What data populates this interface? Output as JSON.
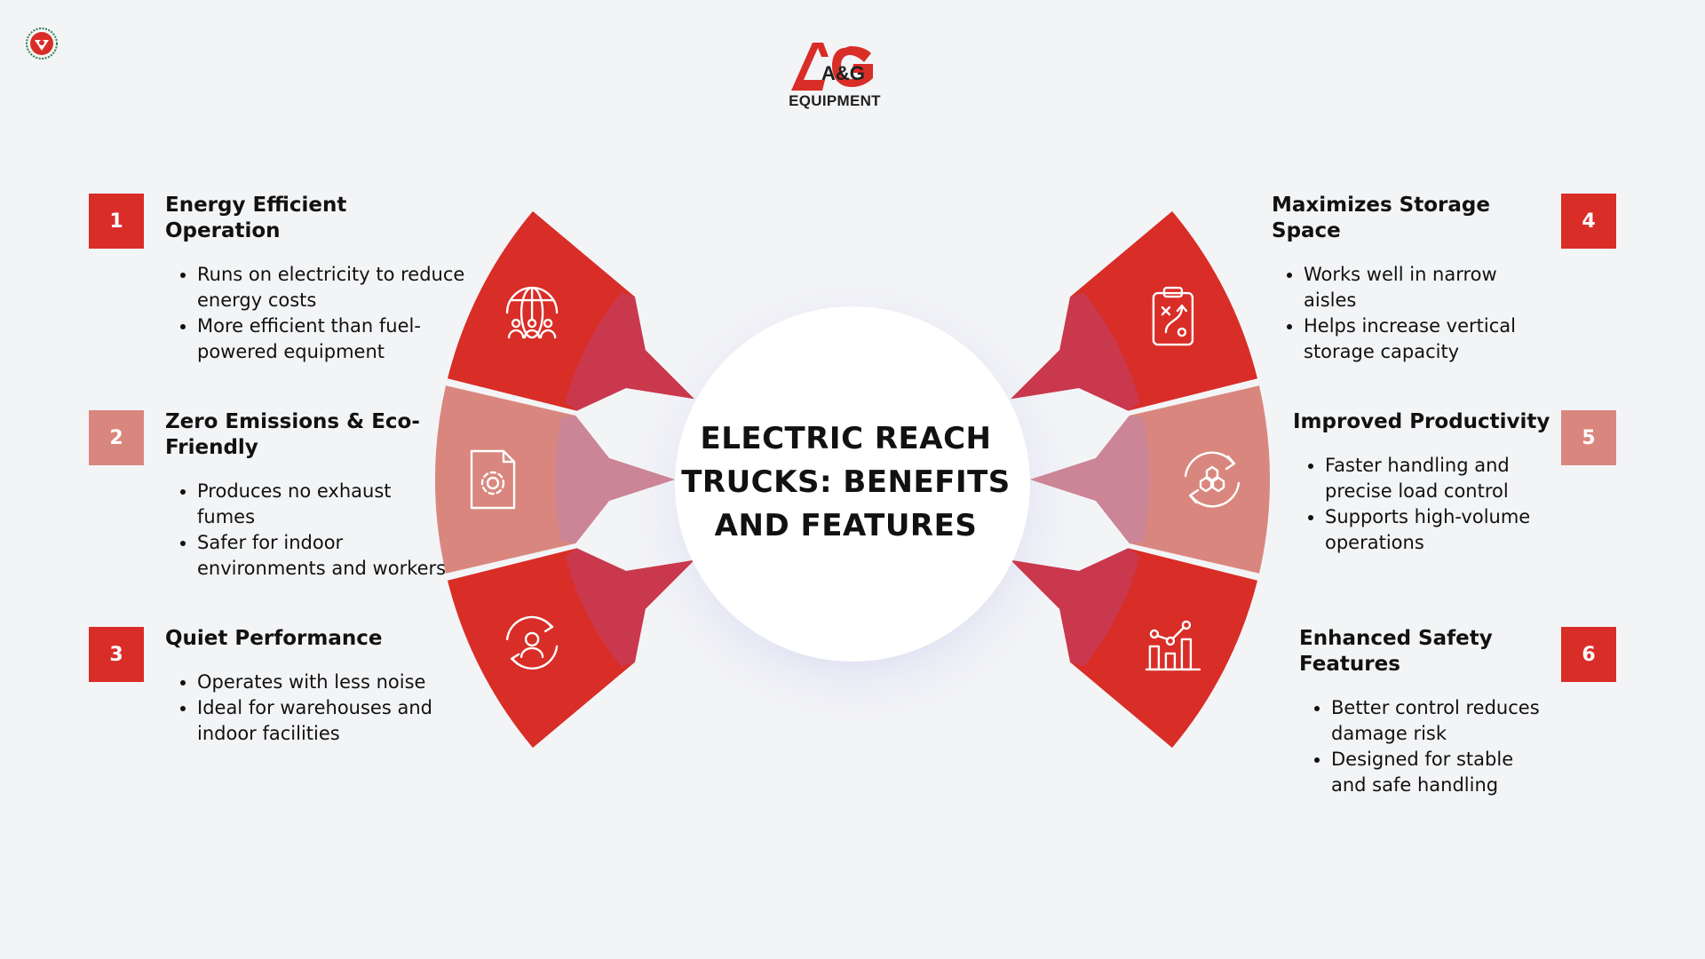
{
  "brand": {
    "letters": "A&G",
    "name": "EQUIPMENT",
    "color_red": "#d92d27"
  },
  "center": {
    "title": "ELECTRIC REACH TRUCKS: BENEFITS AND FEATURES"
  },
  "colors": {
    "dark_red": "#d92d27",
    "light_red": "#d9877e",
    "inner_dark": "#c83a52",
    "inner_light": "#c9859a",
    "background": "#f3f4f6"
  },
  "items": [
    {
      "number": "1",
      "title": "Energy Efficient Operation",
      "bullets": [
        "Runs on electricity to reduce energy costs",
        "More efficient than fuel-powered equipment"
      ],
      "icon": "globe-people-icon",
      "shade": "dark"
    },
    {
      "number": "2",
      "title": "Zero Emissions & Eco-Friendly",
      "bullets": [
        "Produces no exhaust fumes",
        "Safer for indoor environments and workers"
      ],
      "icon": "document-gear-icon",
      "shade": "light"
    },
    {
      "number": "3",
      "title": "Quiet Performance",
      "bullets": [
        "Operates with less noise",
        "Ideal for warehouses and indoor facilities"
      ],
      "icon": "user-cycle-icon",
      "shade": "dark"
    },
    {
      "number": "4",
      "title": "Maximizes Storage Space",
      "bullets": [
        "Works well in narrow aisles",
        "Helps increase vertical storage capacity"
      ],
      "icon": "clipboard-strategy-icon",
      "shade": "dark"
    },
    {
      "number": "5",
      "title": "Improved Productivity",
      "bullets": [
        "Faster handling and precise load control",
        "Supports high-volume operations"
      ],
      "icon": "hexagon-cycle-icon",
      "shade": "light"
    },
    {
      "number": "6",
      "title": "Enhanced Safety Features",
      "bullets": [
        "Better control reduces damage risk",
        "Designed for stable and safe handling"
      ],
      "icon": "bar-chart-trend-icon",
      "shade": "dark"
    }
  ]
}
